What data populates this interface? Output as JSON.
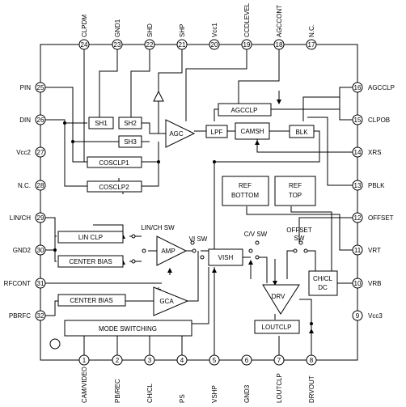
{
  "pins": {
    "p1": {
      "num": "1",
      "name": "CAM/VIDEO"
    },
    "p2": {
      "num": "2",
      "name": "PB/REC"
    },
    "p3": {
      "num": "3",
      "name": "CH/CL"
    },
    "p4": {
      "num": "4",
      "name": "PS"
    },
    "p5": {
      "num": "5",
      "name": "VSHP"
    },
    "p6": {
      "num": "6",
      "name": "GND3"
    },
    "p7": {
      "num": "7",
      "name": "LOUTCLP"
    },
    "p8": {
      "num": "8",
      "name": "DRVOUT"
    },
    "p9": {
      "num": "9",
      "name": "Vcc3"
    },
    "p10": {
      "num": "10",
      "name": "VRB"
    },
    "p11": {
      "num": "11",
      "name": "VRT"
    },
    "p12": {
      "num": "12",
      "name": "OFFSET"
    },
    "p13": {
      "num": "13",
      "name": "PBLK"
    },
    "p14": {
      "num": "14",
      "name": "XRS"
    },
    "p15": {
      "num": "15",
      "name": "CLPOB"
    },
    "p16": {
      "num": "16",
      "name": "AGCCLP"
    },
    "p17": {
      "num": "17",
      "name": "N.C."
    },
    "p18": {
      "num": "18",
      "name": "AGCCONT"
    },
    "p19": {
      "num": "19",
      "name": "CCDLEVEL"
    },
    "p20": {
      "num": "20",
      "name": "Vcc1"
    },
    "p21": {
      "num": "21",
      "name": "SHP"
    },
    "p22": {
      "num": "22",
      "name": "SHD"
    },
    "p23": {
      "num": "23",
      "name": "GND1"
    },
    "p24": {
      "num": "24",
      "name": "CLPDM"
    },
    "p25": {
      "num": "25",
      "name": "PIN"
    },
    "p26": {
      "num": "26",
      "name": "DIN"
    },
    "p27": {
      "num": "27",
      "name": "Vcc2"
    },
    "p28": {
      "num": "28",
      "name": "N.C."
    },
    "p29": {
      "num": "29",
      "name": "LIN/CH"
    },
    "p30": {
      "num": "30",
      "name": "GND2"
    },
    "p31": {
      "num": "31",
      "name": "RFCONT"
    },
    "p32": {
      "num": "32",
      "name": "PBRFC"
    }
  },
  "blocks": {
    "sh1": "SH1",
    "sh2": "SH2",
    "sh3": "SH3",
    "agc": "AGC",
    "lpf": "LPF",
    "camsh": "CAMSH",
    "blk": "BLK",
    "agcclp": "AGCCLP",
    "cosclp1": "COSCLP1",
    "cosclp2": "COSCLP2",
    "ref_bottom_line1": "REF",
    "ref_bottom_line2": "BOTTOM",
    "ref_top_line1": "REF",
    "ref_top_line2": "TOP",
    "lin_clp": "LIN CLP",
    "center_bias_1": "CENTER BIAS",
    "center_bias_2": "CENTER BIAS",
    "amp": "AMP",
    "gca": "GCA",
    "vish": "VISH",
    "drv": "DRV",
    "chcl_dc_line1": "CH/CL",
    "chcl_dc_line2": "DC",
    "loutclp": "LOUTCLP",
    "mode_switching": "MODE SWITCHING"
  },
  "switch_labels": {
    "linch_sw": "LIN/CH SW",
    "vi_sw": "VI SW",
    "cv_sw": "C/V SW",
    "offset_sw_line1": "OFFSET",
    "offset_sw_line2": "SW"
  }
}
